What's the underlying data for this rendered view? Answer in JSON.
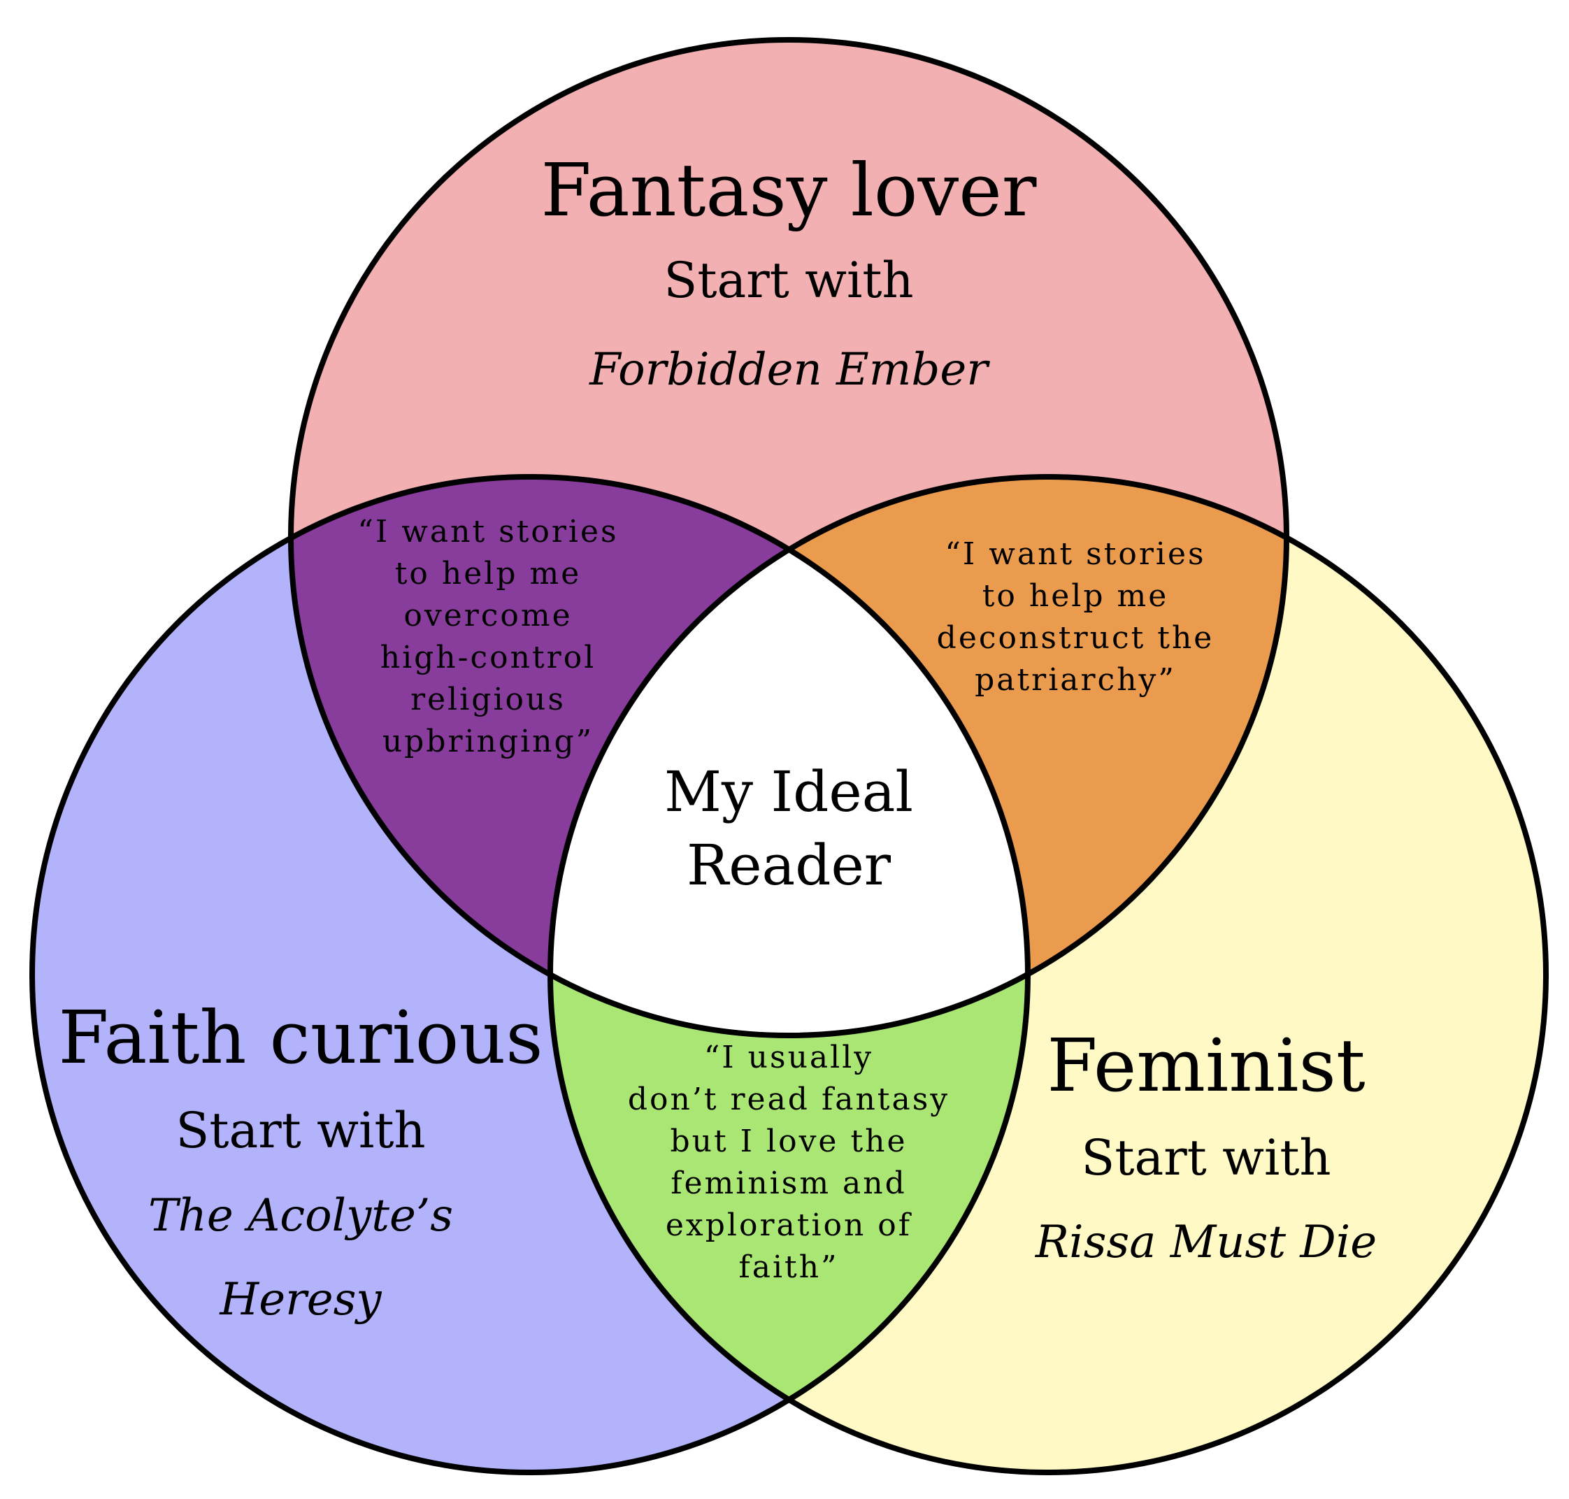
{
  "circles": {
    "top": {
      "title": "Fantasy lover",
      "start": "Start with",
      "book": "Forbidden Ember",
      "color": "#f3b0b2"
    },
    "left": {
      "title": "Faith curious",
      "start": "Start with",
      "book_line1": "The Acolyte’s",
      "book_line2": "Heresy",
      "color": "#b3b3fb"
    },
    "right": {
      "title": "Feminist",
      "start": "Start with",
      "book": "Rissa Must Die",
      "color": "#fff9c6"
    }
  },
  "overlaps": {
    "top_left": {
      "lines": [
        "“I want stories",
        "to help me",
        "overcome",
        "high-control",
        "religious",
        "upbringing”"
      ],
      "color": "#883c9c"
    },
    "top_right": {
      "lines": [
        "“I want stories",
        "to help me",
        "deconstruct the",
        "patriarchy”"
      ],
      "color": "#ea9b4d"
    },
    "left_right": {
      "lines": [
        "“I usually",
        "don’t read fantasy",
        "but I love the",
        "feminism and",
        "exploration of",
        "faith”"
      ],
      "color": "#aae673"
    },
    "center": {
      "line1": "My Ideal",
      "line2": "Reader",
      "color": "#ffffff"
    }
  }
}
